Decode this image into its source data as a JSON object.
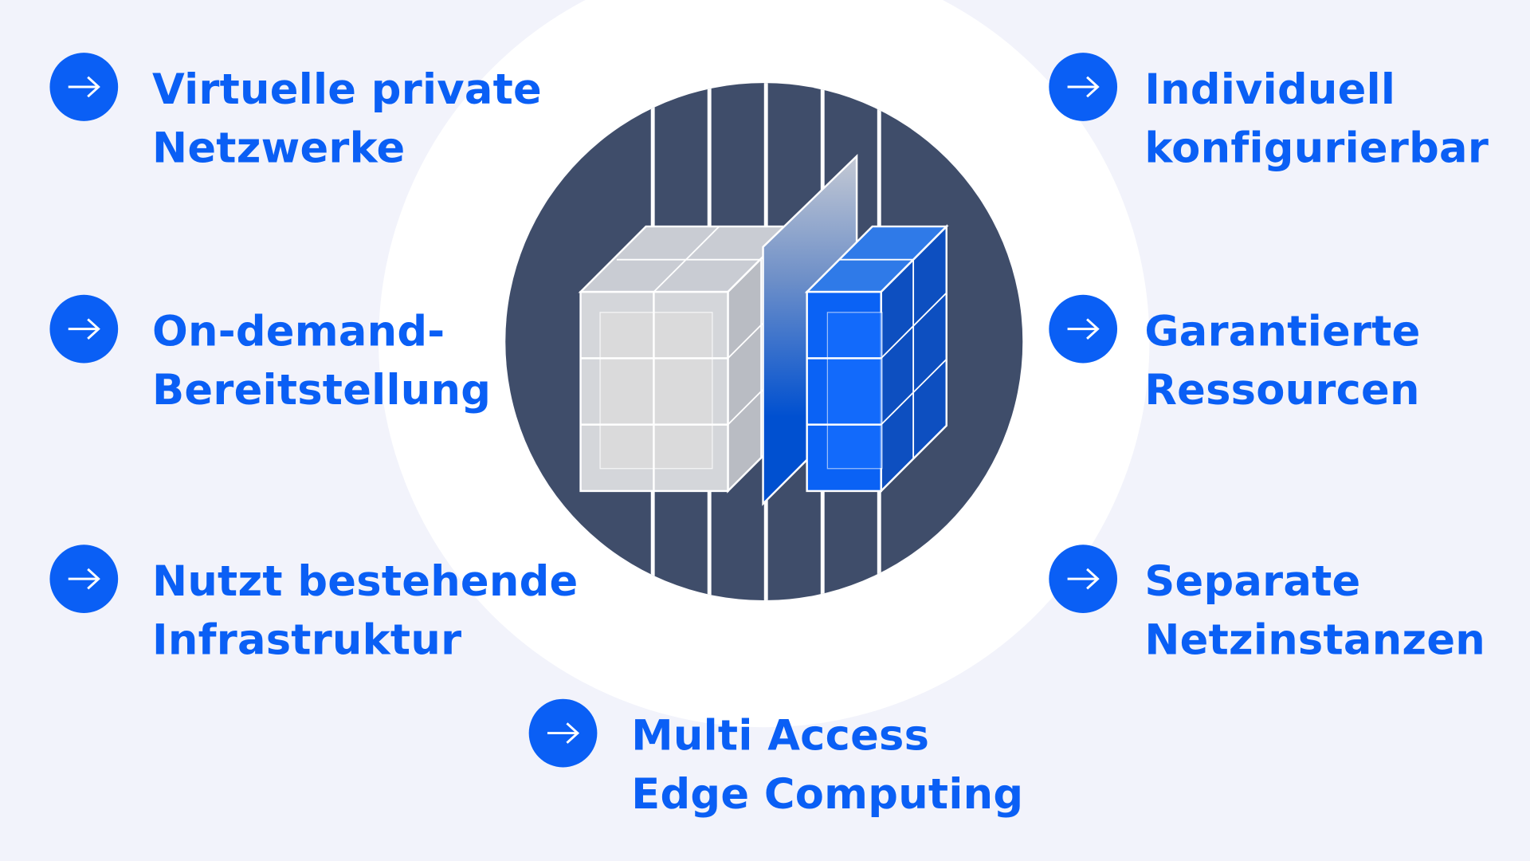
{
  "colors": {
    "accent": "#0a5ff5",
    "background": "#f2f3fb",
    "disc": "#3f4d6a"
  },
  "icon": "arrow-right-icon",
  "features": [
    {
      "line1": "Virtuelle private",
      "line2": "Netzwerke"
    },
    {
      "line1": "On-demand-",
      "line2": "Bereitstellung"
    },
    {
      "line1": "Nutzt bestehende",
      "line2": "Infrastruktur"
    },
    {
      "line1": "Individuell",
      "line2": "konfigurierbar"
    },
    {
      "line1": "Garantierte",
      "line2": "Ressourcen"
    },
    {
      "line1": "Separate",
      "line2": "Netzinstanzen"
    },
    {
      "line1": "Multi Access",
      "line2": "Edge Computing"
    }
  ]
}
